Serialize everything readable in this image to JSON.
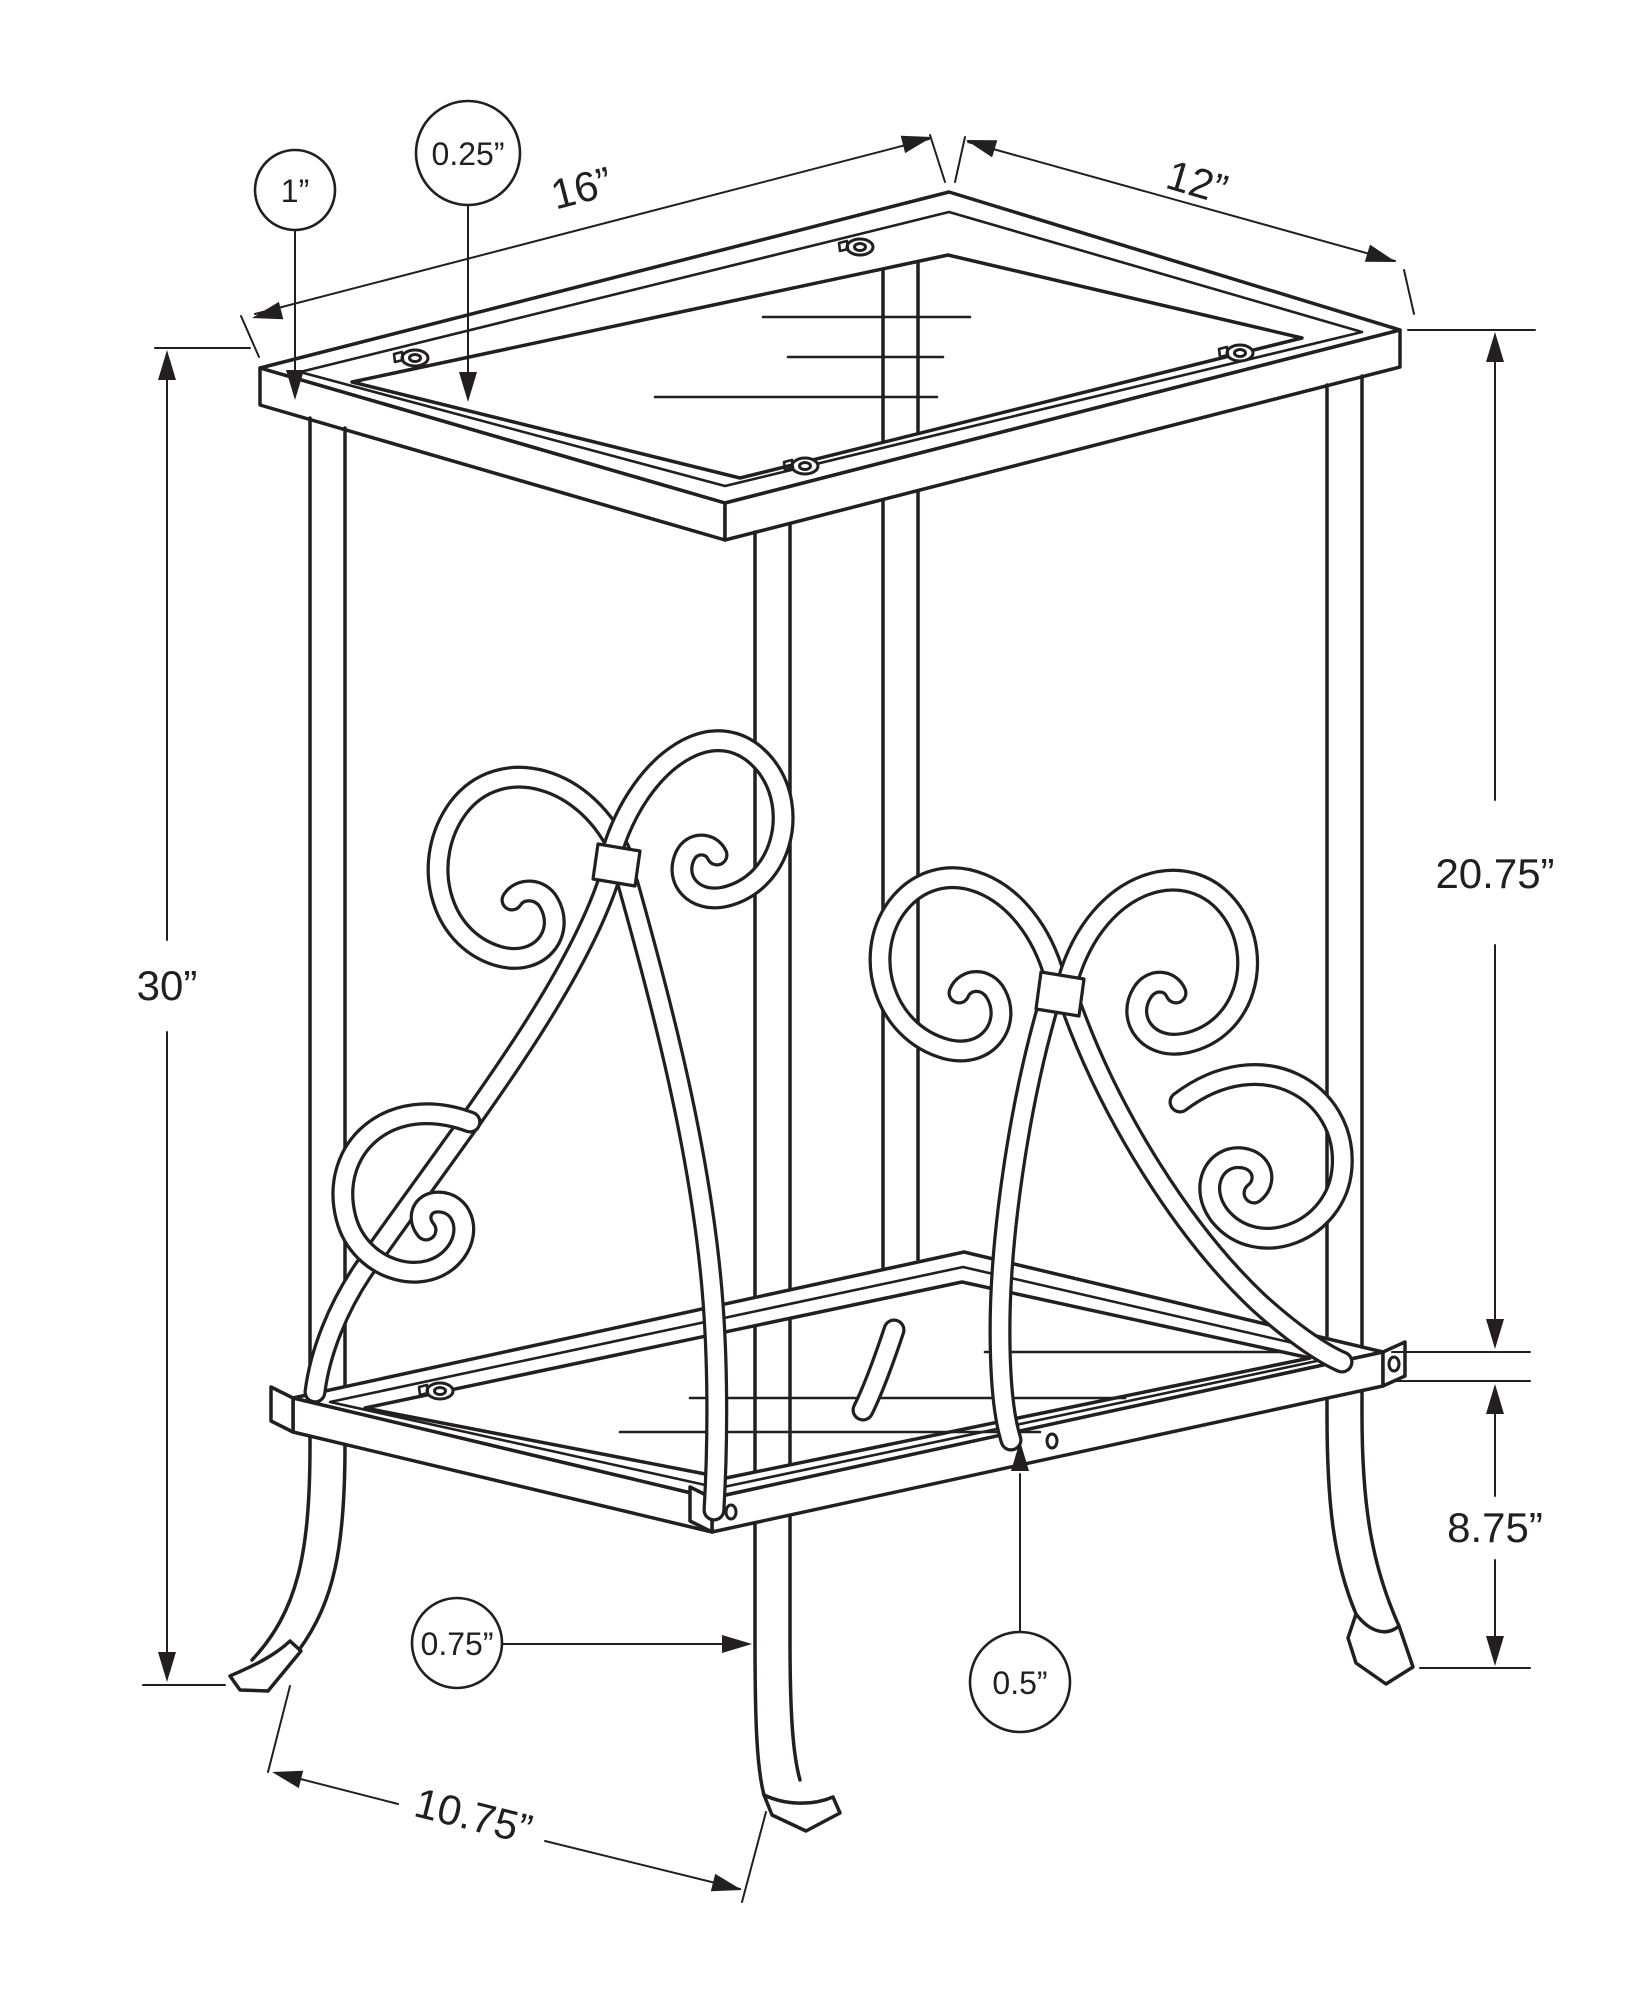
{
  "figure": {
    "line_color": "#231f20",
    "background": "#ffffff",
    "units": "inches"
  },
  "dimensions": {
    "frame_border_width": {
      "label": "1”",
      "value": 1
    },
    "glass_lip": {
      "label": "0.25”",
      "value": 0.25
    },
    "top_length": {
      "label": "16”",
      "value": 16
    },
    "top_depth": {
      "label": "12”",
      "value": 12
    },
    "overall_height": {
      "label": "30”",
      "value": 30
    },
    "top_to_shelf_height": {
      "label": "20.75”",
      "value": 20.75
    },
    "shelf_to_floor": {
      "label": "8.75”",
      "value": 8.75
    },
    "leg_width": {
      "label": "0.75”",
      "value": 0.75
    },
    "scroll_tube_width": {
      "label": "0.5”",
      "value": 0.5
    },
    "shelf_width": {
      "label": "10.75”",
      "value": 10.75
    }
  }
}
